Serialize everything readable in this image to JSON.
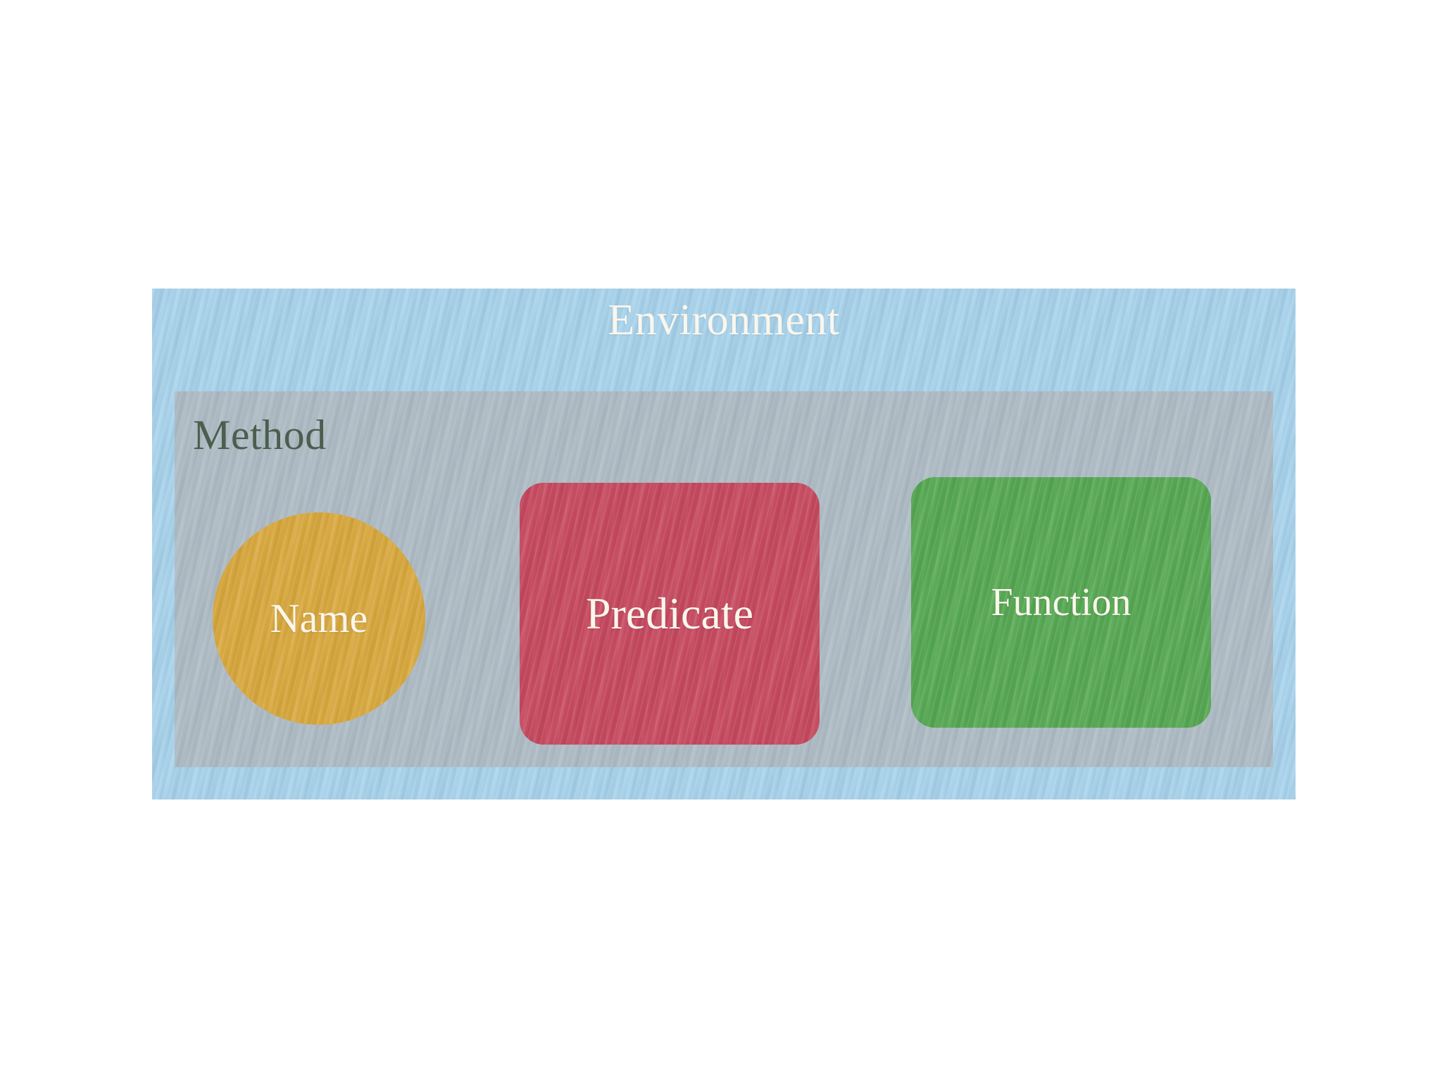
{
  "diagram": {
    "title": "Environment",
    "background_color": "#ffffff",
    "environment": {
      "label": "Environment",
      "color": "#a8d3ec",
      "label_color": "#faf6ec",
      "method": {
        "label": "Method",
        "color": "#afbcc5",
        "label_color": "#4c5f4f",
        "components": [
          {
            "label": "Name",
            "shape": "circle",
            "color": "#d9a93f",
            "label_color": "#faf6ec"
          },
          {
            "label": "Predicate",
            "shape": "rounded-rectangle",
            "color": "#c74a60",
            "label_color": "#faf6ec"
          },
          {
            "label": "Function",
            "shape": "rounded-rectangle",
            "color": "#57a954",
            "label_color": "#faf6ec"
          }
        ]
      }
    }
  }
}
